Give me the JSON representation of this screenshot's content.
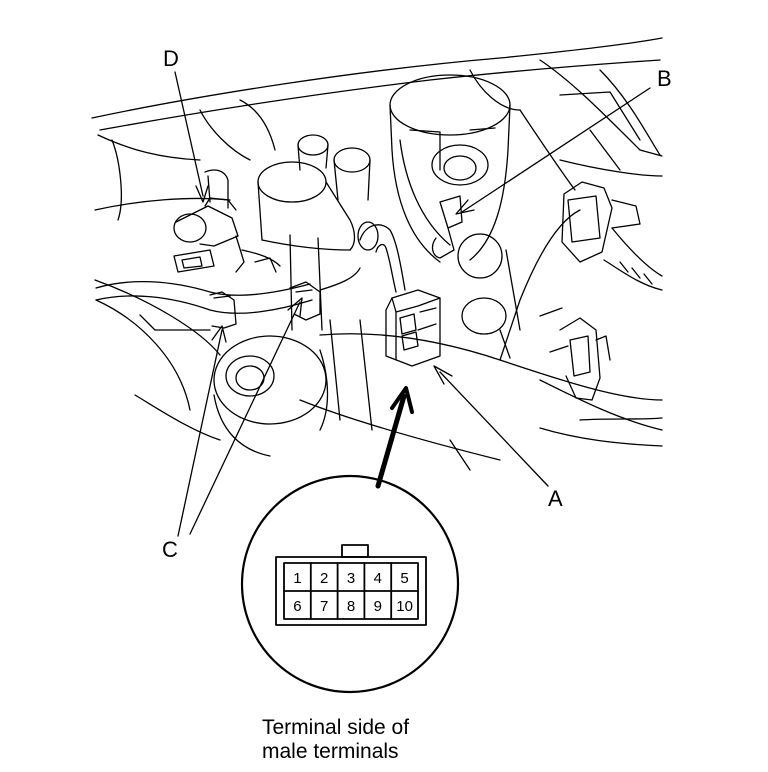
{
  "callouts": {
    "a": "A",
    "b": "B",
    "c": "C",
    "d": "D"
  },
  "connector": {
    "terminals_top": [
      "1",
      "2",
      "3",
      "4",
      "5"
    ],
    "terminals_bottom": [
      "6",
      "7",
      "8",
      "9",
      "10"
    ]
  },
  "caption": {
    "line1": "Terminal side of",
    "line2": "male terminals"
  }
}
